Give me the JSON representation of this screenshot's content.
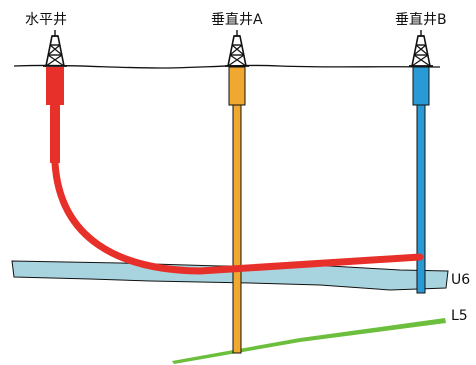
{
  "labels": {
    "horizontal_well": "水平井",
    "vertical_well_a": "垂直井A",
    "vertical_well_b": "垂直井B",
    "layer_u6": "U6",
    "layer_l5": "L5"
  },
  "colors": {
    "horizontal_well": "#e8302a",
    "vertical_well_a": "#f0a830",
    "vertical_well_b": "#2a9ad6",
    "layer_u6": "#a8d4e0",
    "layer_l5": "#6cbf3c",
    "outline": "#111111"
  },
  "icons": [
    "drilling-rig-icon"
  ]
}
